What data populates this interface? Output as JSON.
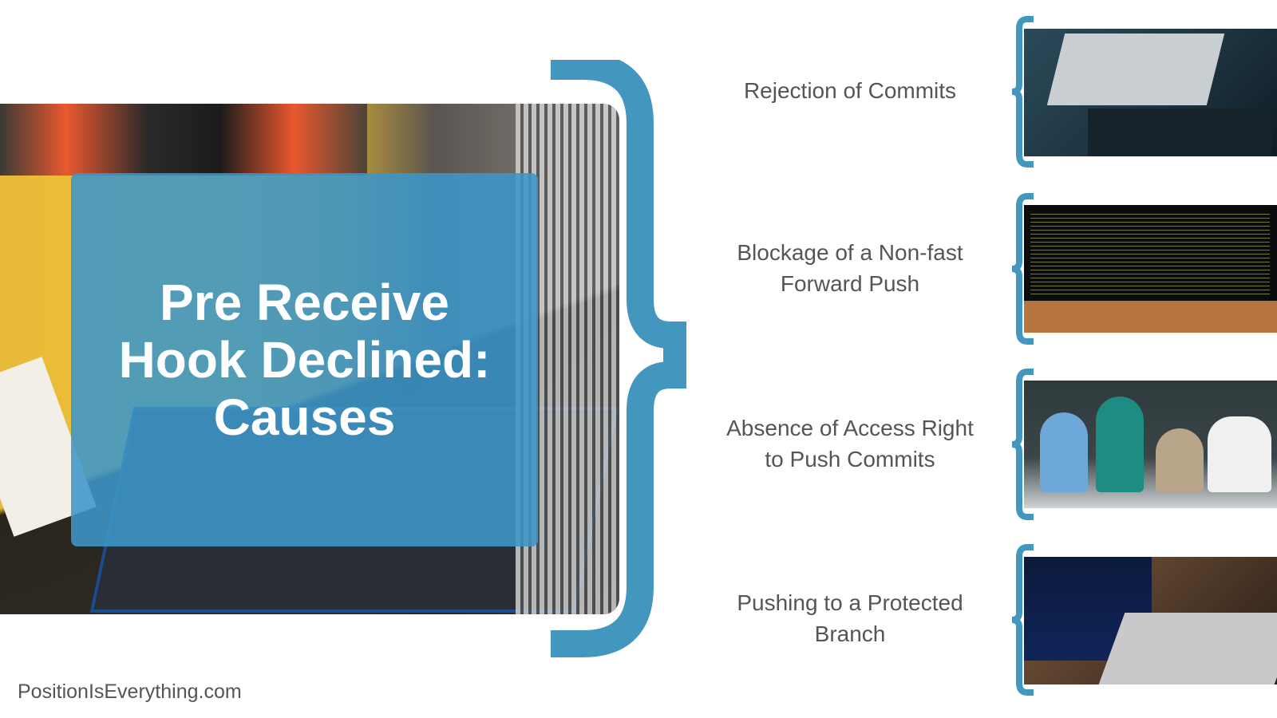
{
  "title": "Pre Receive\nHook Declined:\nCauses",
  "causes": [
    {
      "label": "Rejection of Commits",
      "image": "laptop-typing-photo"
    },
    {
      "label": "Blockage of a Non-fast\nForward Push",
      "image": "terminal-desk-photo"
    },
    {
      "label": "Absence of Access Right\nto Push Commits",
      "image": "kids-laptop-classroom-photo"
    },
    {
      "label": "Pushing to a Protected\nBranch",
      "image": "laptop-code-photo"
    }
  ],
  "footer": "PositionIsEverything.com",
  "colors": {
    "accent": "#4396bd",
    "text": "#555555",
    "background": "#ffffff"
  }
}
